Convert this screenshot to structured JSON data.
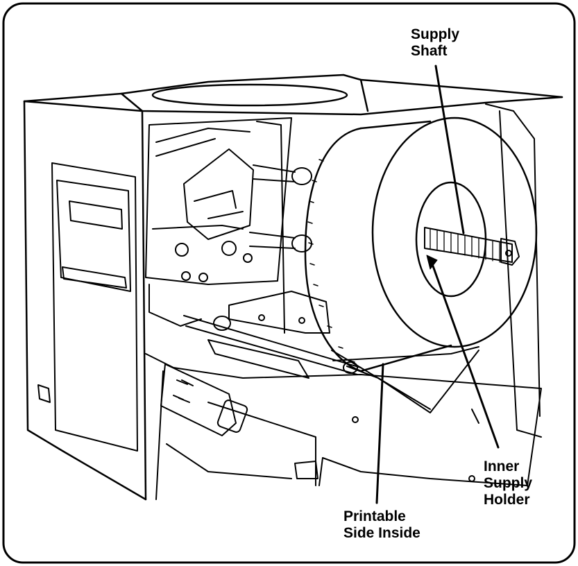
{
  "callouts": {
    "supply_shaft": {
      "line1": "Supply",
      "line2": "Shaft"
    },
    "inner_supply_holder": {
      "line1": "Inner",
      "line2": "Supply",
      "line3": "Holder"
    },
    "printable_side_inside": {
      "line1": "Printable",
      "line2": "Side Inside"
    }
  },
  "colors": {
    "ink": "#000000",
    "paper": "#ffffff"
  }
}
